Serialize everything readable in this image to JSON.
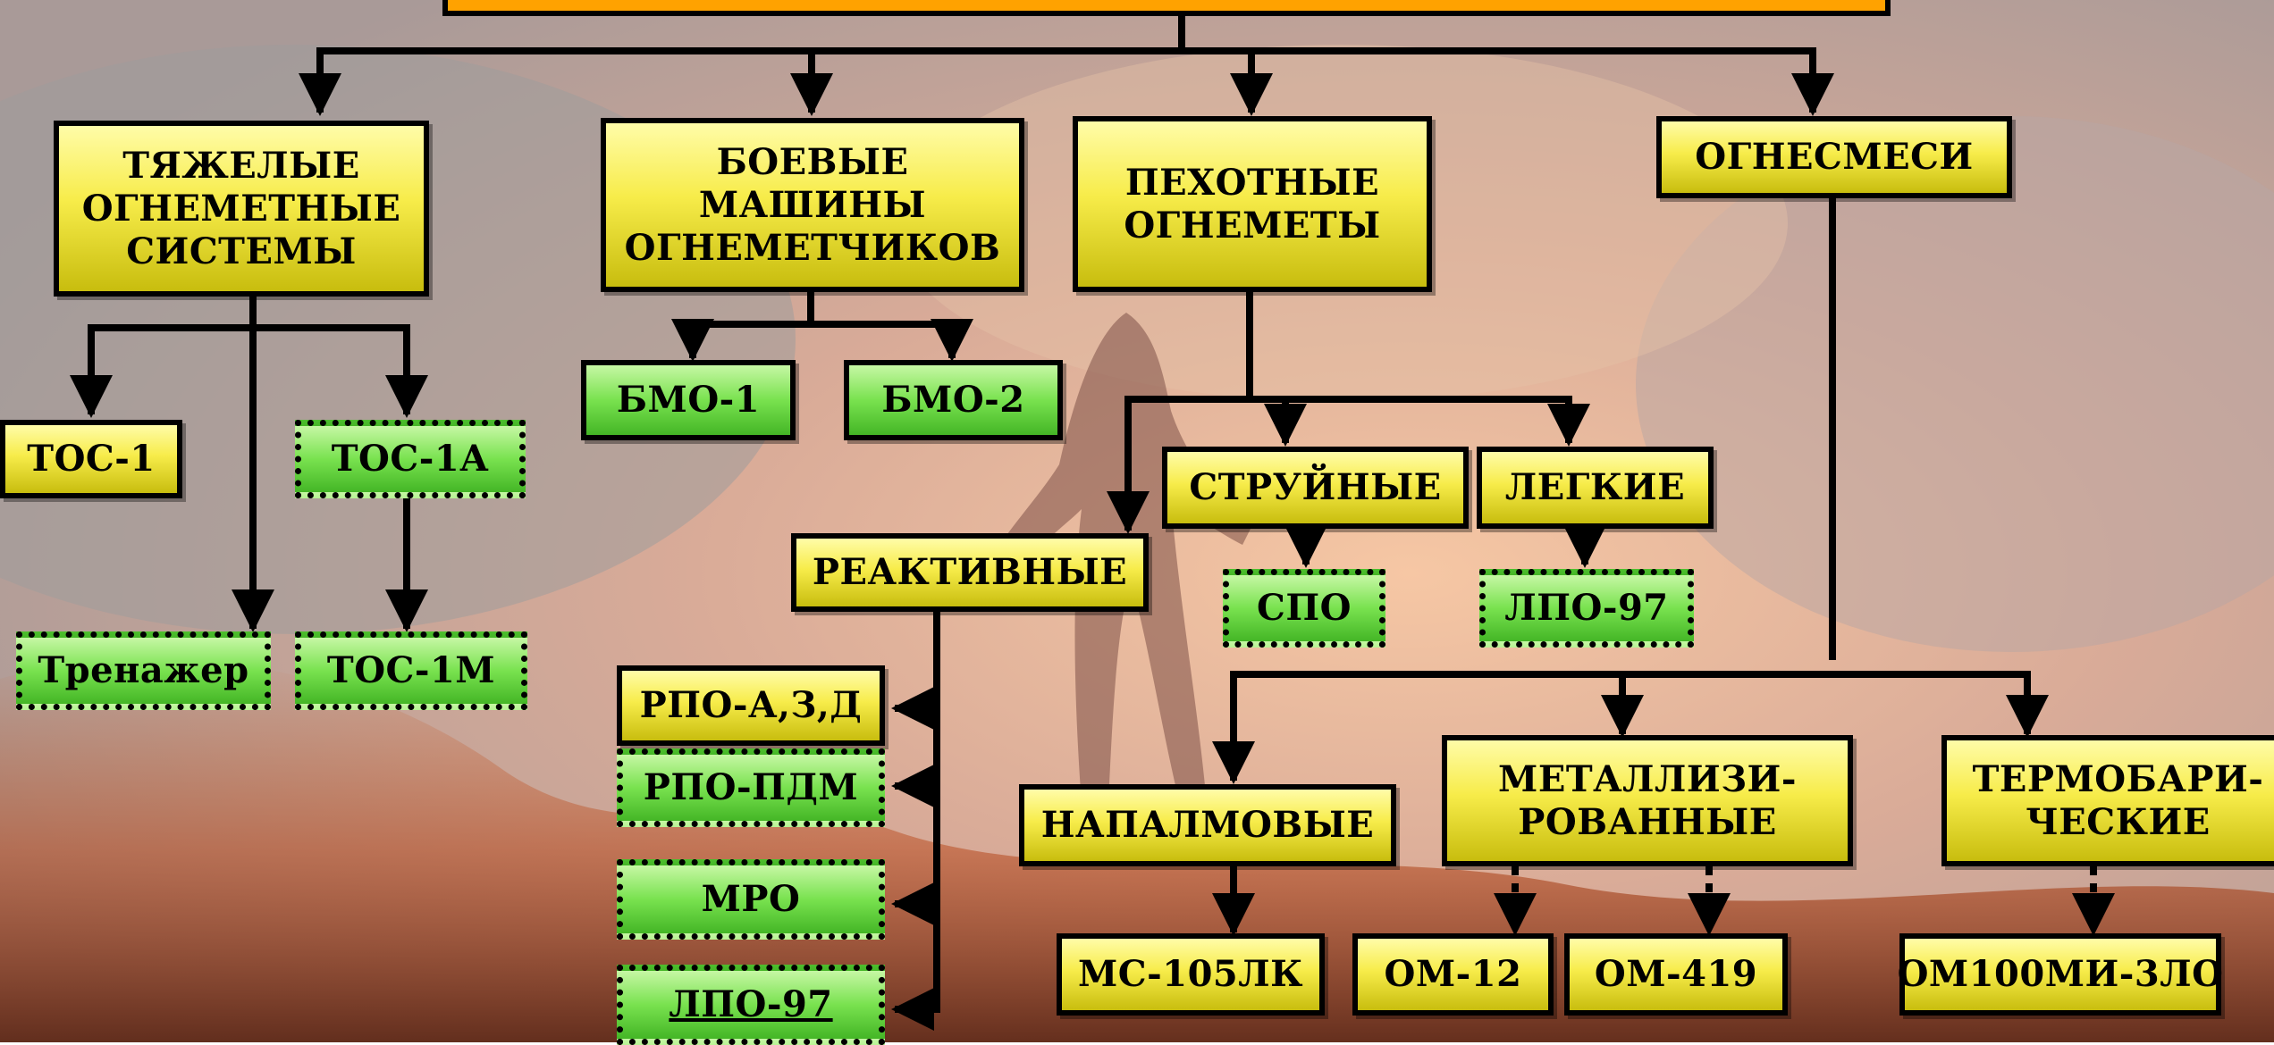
{
  "nodes": {
    "heavy": "ТЯЖЕЛЫЕ ОГНЕМЕТНЫЕ СИСТЕМЫ",
    "combat": "БОЕВЫЕ МАШИНЫ ОГНЕМЕТЧИКОВ",
    "infantry": "ПЕХОТНЫЕ ОГНЕМЕТЫ",
    "mixtures": "ОГНЕСМЕСИ",
    "tos1": "ТОС-1",
    "tos1a": "ТОС-1А",
    "trainer": "Тренажер",
    "tos1m": "ТОС-1М",
    "bmo1": "БМО-1",
    "bmo2": "БМО-2",
    "jet": "СТРУЙНЫЕ",
    "light": "ЛЕГКИЕ",
    "rocket": "РЕАКТИВНЫЕ",
    "spo": "СПО",
    "lpo97a": "ЛПО-97",
    "rpo_azd": "РПО-А,З,Д",
    "rpo_pdm": "РПО-ПДМ",
    "mro": "МРО",
    "lpo97b": "ЛПО-97",
    "napalm": "НАПАЛМОВЫЕ",
    "metal": "МЕТАЛЛИЗИ-РОВАННЫЕ",
    "thermo": "ТЕРМОБАРИ-ЧЕСКИЕ",
    "ms105": "МС-105ЛК",
    "om12": "ОМ-12",
    "om419": "ОМ-419",
    "om100": "ОМ100МИ-3ЛО"
  },
  "colors": {
    "top_bar": "#ffa200",
    "yellow_box": "#f7ec4a",
    "green_box": "#79e24f",
    "connector": "#000000"
  }
}
